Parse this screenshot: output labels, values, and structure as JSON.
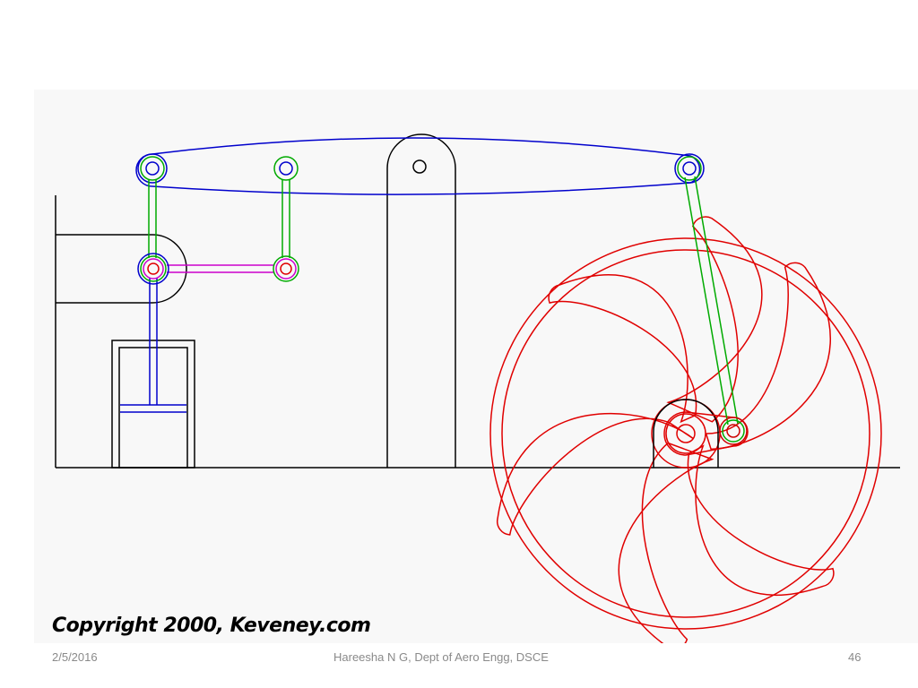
{
  "copyright": "Copyright 2000, Keveney.com",
  "footer": {
    "date": "2/5/2016",
    "author": "Hareesha N G, Dept of Aero Engg, DSCE",
    "page": "46"
  },
  "colors": {
    "panel_background": "#f8f8f8",
    "frame": "#000000",
    "beam": "#0000cc",
    "links": "#00aa00",
    "radius_rod": "#cc00cc",
    "flywheel": "#e00000"
  }
}
